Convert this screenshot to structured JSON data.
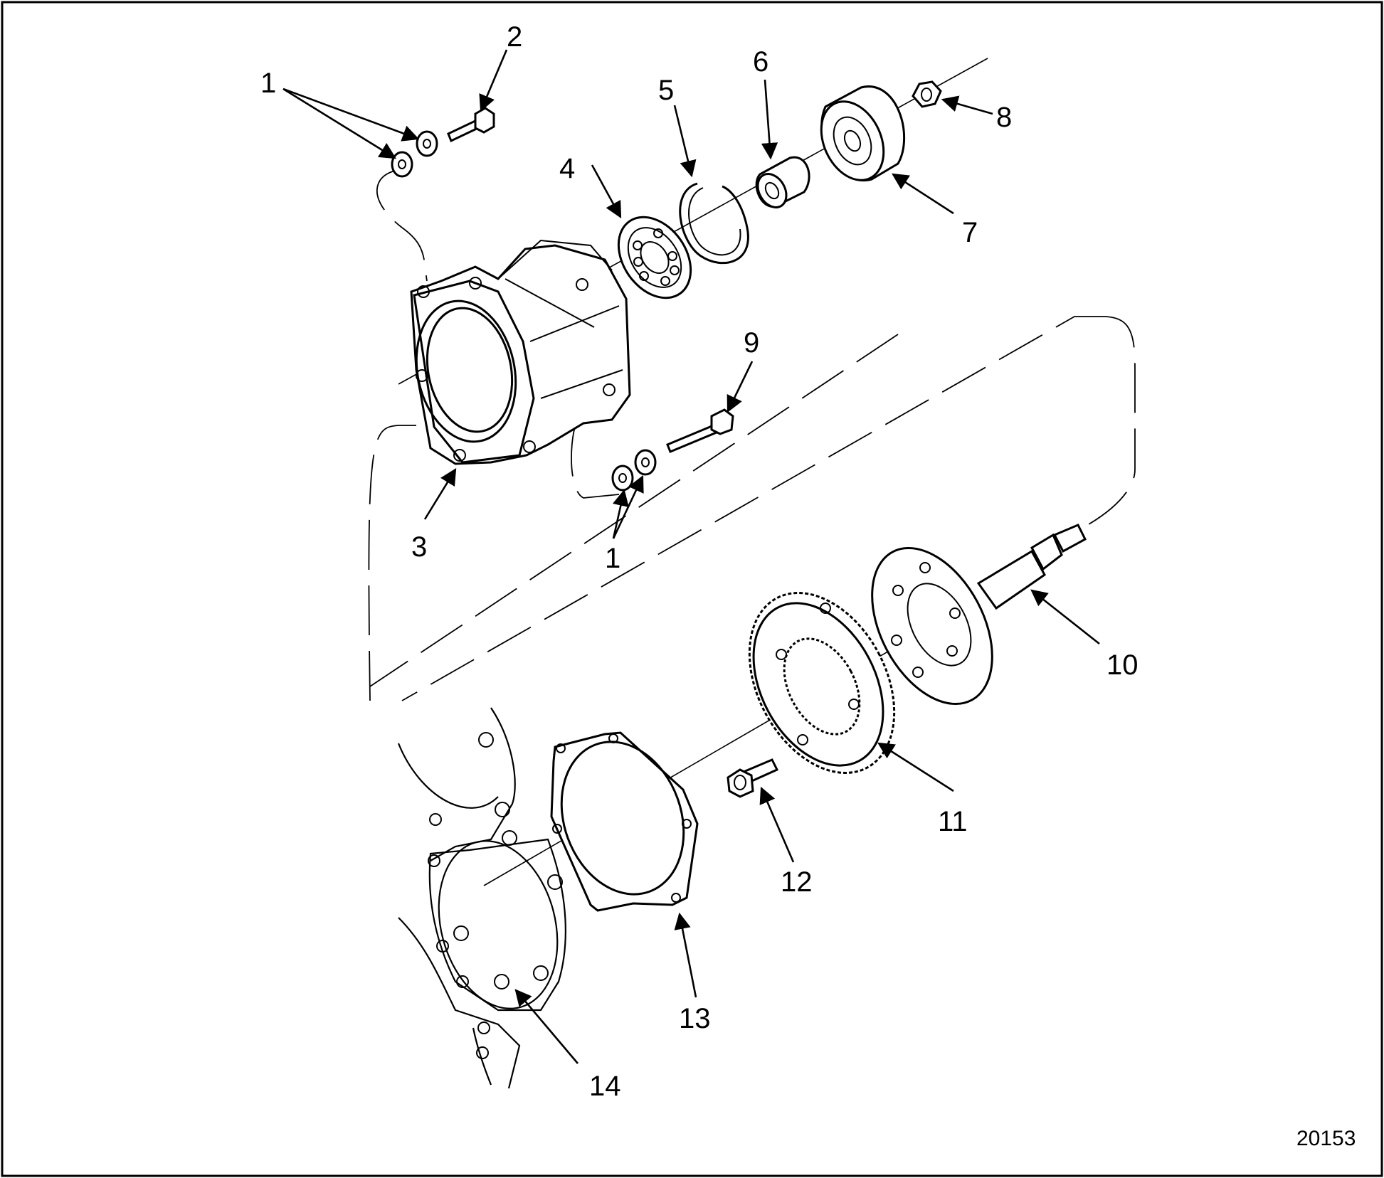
{
  "figure_number": "20153",
  "callouts": [
    {
      "id": "c1a",
      "text": "1"
    },
    {
      "id": "c2",
      "text": "2"
    },
    {
      "id": "c3",
      "text": "3"
    },
    {
      "id": "c4",
      "text": "4"
    },
    {
      "id": "c5",
      "text": "5"
    },
    {
      "id": "c6",
      "text": "6"
    },
    {
      "id": "c7",
      "text": "7"
    },
    {
      "id": "c8",
      "text": "8"
    },
    {
      "id": "c9",
      "text": "9"
    },
    {
      "id": "c1b",
      "text": "1"
    },
    {
      "id": "c10",
      "text": "10"
    },
    {
      "id": "c11",
      "text": "11"
    },
    {
      "id": "c12",
      "text": "12"
    },
    {
      "id": "c13",
      "text": "13"
    },
    {
      "id": "c14",
      "text": "14"
    }
  ]
}
